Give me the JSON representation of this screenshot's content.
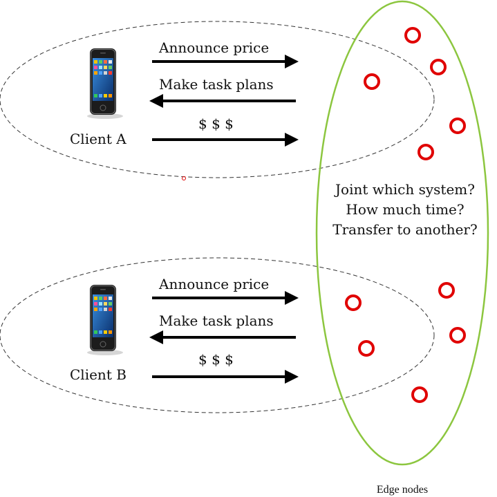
{
  "clients": [
    {
      "label": "Client A",
      "messages": [
        "Announce price",
        "Make task plans",
        "$ $ $"
      ]
    },
    {
      "label": "Client B",
      "messages": [
        "Announce price",
        "Make task plans",
        "$ $ $"
      ]
    }
  ],
  "edge": {
    "questions": [
      "Joint which system?",
      "How much time?",
      "Transfer to another?"
    ],
    "caption": "Edge nodes",
    "node_count": 10
  },
  "colors": {
    "edge_outline": "#8cc63f",
    "node": "#e00000",
    "arrow": "#000000",
    "dashed": "#333333"
  },
  "icons": {
    "client_device": "smartphone-icon",
    "edge_node": "circle-icon"
  }
}
